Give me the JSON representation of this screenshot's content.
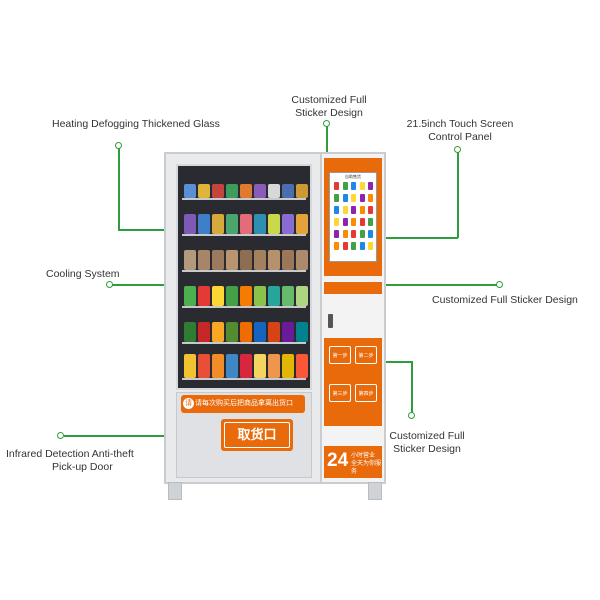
{
  "callouts": {
    "sticker_top": {
      "line1": "Customized Full",
      "line2": "Sticker Design"
    },
    "glass": "Heating Defogging Thickened Glass",
    "touch_screen": {
      "line1": "21.5inch Touch Screen",
      "line2": "Control Panel"
    },
    "cooling": "Cooling System",
    "sticker_mid": "Customized Full Sticker Design",
    "pickup_door": {
      "line1": "Infrared Detection Anti-theft",
      "line2": "Pick-up Door"
    },
    "sticker_bottom": {
      "line1": "Customized Full",
      "line2": "Sticker Design"
    }
  },
  "machine": {
    "banner_text": "请每次购买后把商品拿离出货口",
    "banner_badge": "请",
    "pickup_sign": "取货口",
    "screen_title": "自助售货",
    "steps": [
      "第一步",
      "第二步",
      "第三步",
      "第四步"
    ],
    "promo_big": "24",
    "promo_line1": "小时营业",
    "promo_line2": "全天为你服务"
  },
  "colors": {
    "accent": "#e86a0b",
    "callout_line": "#2e9e3a"
  }
}
